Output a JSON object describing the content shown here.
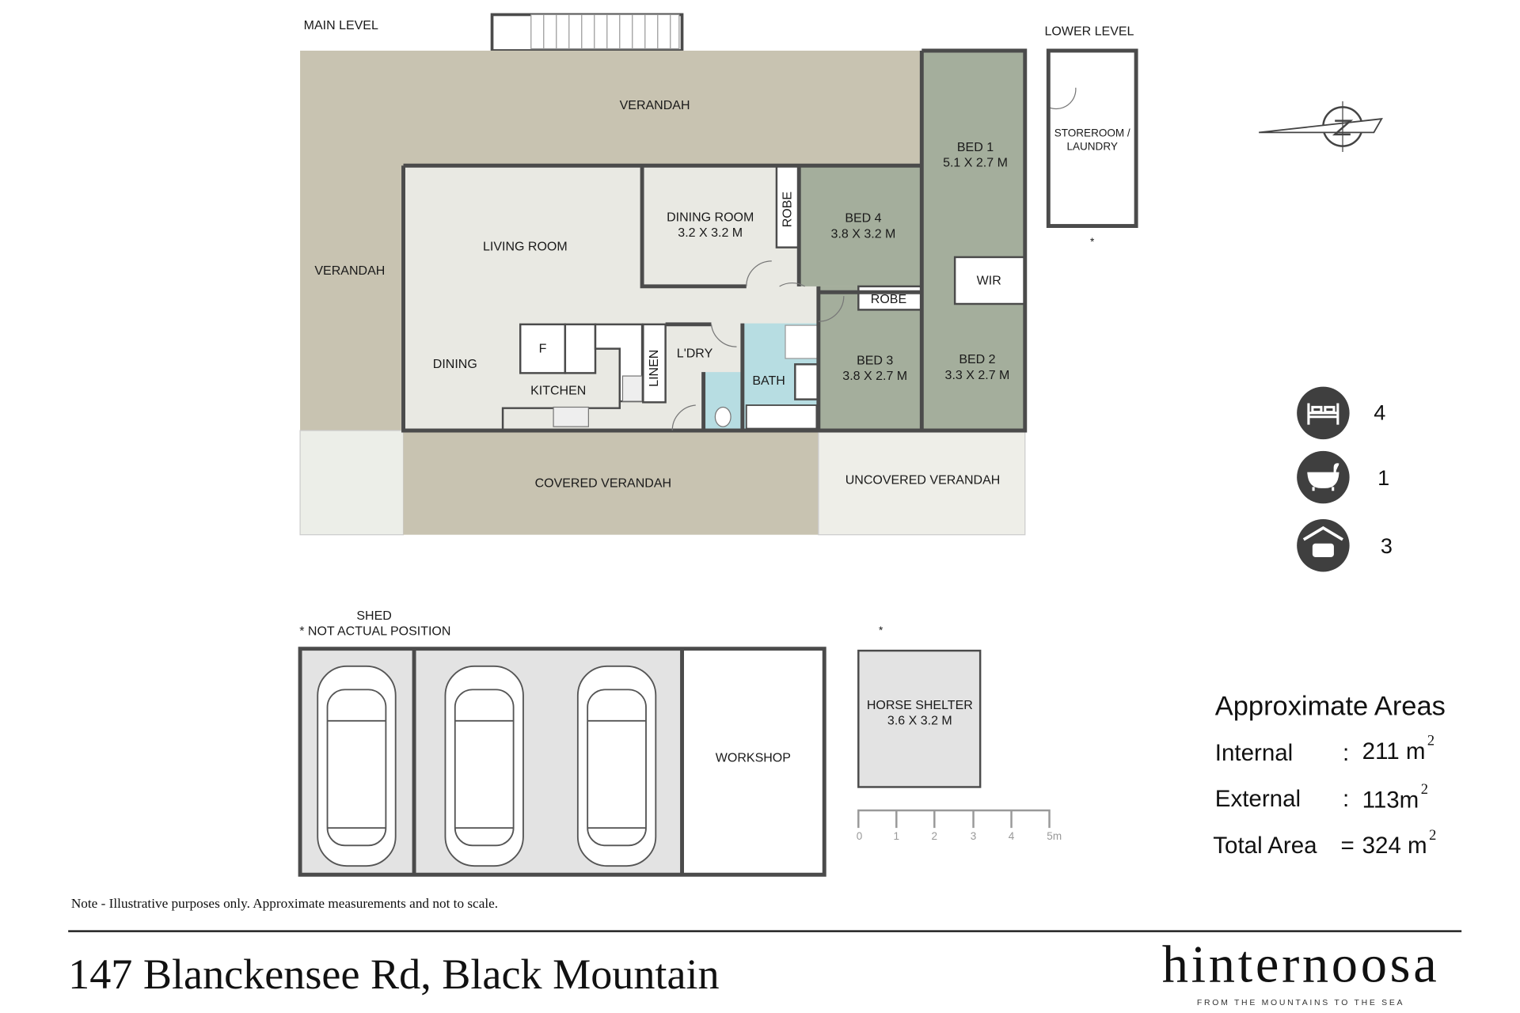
{
  "levels": {
    "main": "MAIN LEVEL",
    "lower": "LOWER LEVEL"
  },
  "rooms": {
    "verandah_top": "VERANDAH",
    "verandah_left": "VERANDAH",
    "living_room": "LIVING ROOM",
    "dining_room": {
      "name": "DINING ROOM",
      "size": "3.2 X 3.2 M"
    },
    "robe_1": "ROBE",
    "bed4": {
      "name": "BED 4",
      "size": "3.8 X 3.2 M"
    },
    "bed1": {
      "name": "BED 1",
      "size": "5.1 X 2.7 M"
    },
    "wir": "WIR",
    "robe_2": "ROBE",
    "bed3": {
      "name": "BED 3",
      "size": "3.8 X 2.7 M"
    },
    "bed2": {
      "name": "BED 2",
      "size": "3.3 X 2.7 M"
    },
    "dining": "DINING",
    "fridge": "F",
    "kitchen": "KITCHEN",
    "linen": "LINEN",
    "laundry": "L'DRY",
    "bath": "BATH",
    "covered_verandah": "COVERED VERANDAH",
    "uncovered_verandah": "UNCOVERED VERANDAH",
    "storeroom": [
      "STOREROOM /",
      "LAUNDRY"
    ],
    "storeroom_note": "*",
    "shed": [
      "SHED",
      "* NOT ACTUAL POSITION"
    ],
    "workshop": "WORKSHOP",
    "horse_shelter": {
      "name": "HORSE SHELTER",
      "size": "3.6 X 3.2 M",
      "note": "*"
    }
  },
  "scale_bar": {
    "ticks": [
      "0",
      "1",
      "2",
      "3",
      "4",
      "5m"
    ]
  },
  "features": [
    {
      "icon": "bed-icon",
      "count": "4"
    },
    {
      "icon": "bath-icon",
      "count": "1"
    },
    {
      "icon": "garage-icon",
      "count": "3"
    }
  ],
  "areas": {
    "title": "Approximate Areas",
    "rows": [
      {
        "label": "Internal",
        "sep": ":",
        "value": "211 m",
        "unit_sup": "2"
      },
      {
        "label": "External",
        "sep": ":",
        "value": "113m",
        "unit_sup": "2"
      },
      {
        "label": "Total Area",
        "sep": "=",
        "value": "324 m",
        "unit_sup": "2"
      }
    ]
  },
  "note": "Note - Illustrative purposes only. Approximate measurements and not to scale.",
  "address": "147 Blanckensee Rd, Black Mountain",
  "brand": {
    "name": "hinternoosa",
    "tagline": "FROM THE MOUNTAINS TO THE SEA"
  },
  "colors": {
    "verandah": "#c8c3b1",
    "interior": "#e9e9e3",
    "bedroom": "#a4ae9c",
    "wet": "#b7dde2",
    "wall": "#4b4b4b",
    "icon": "#3f3f3f"
  }
}
